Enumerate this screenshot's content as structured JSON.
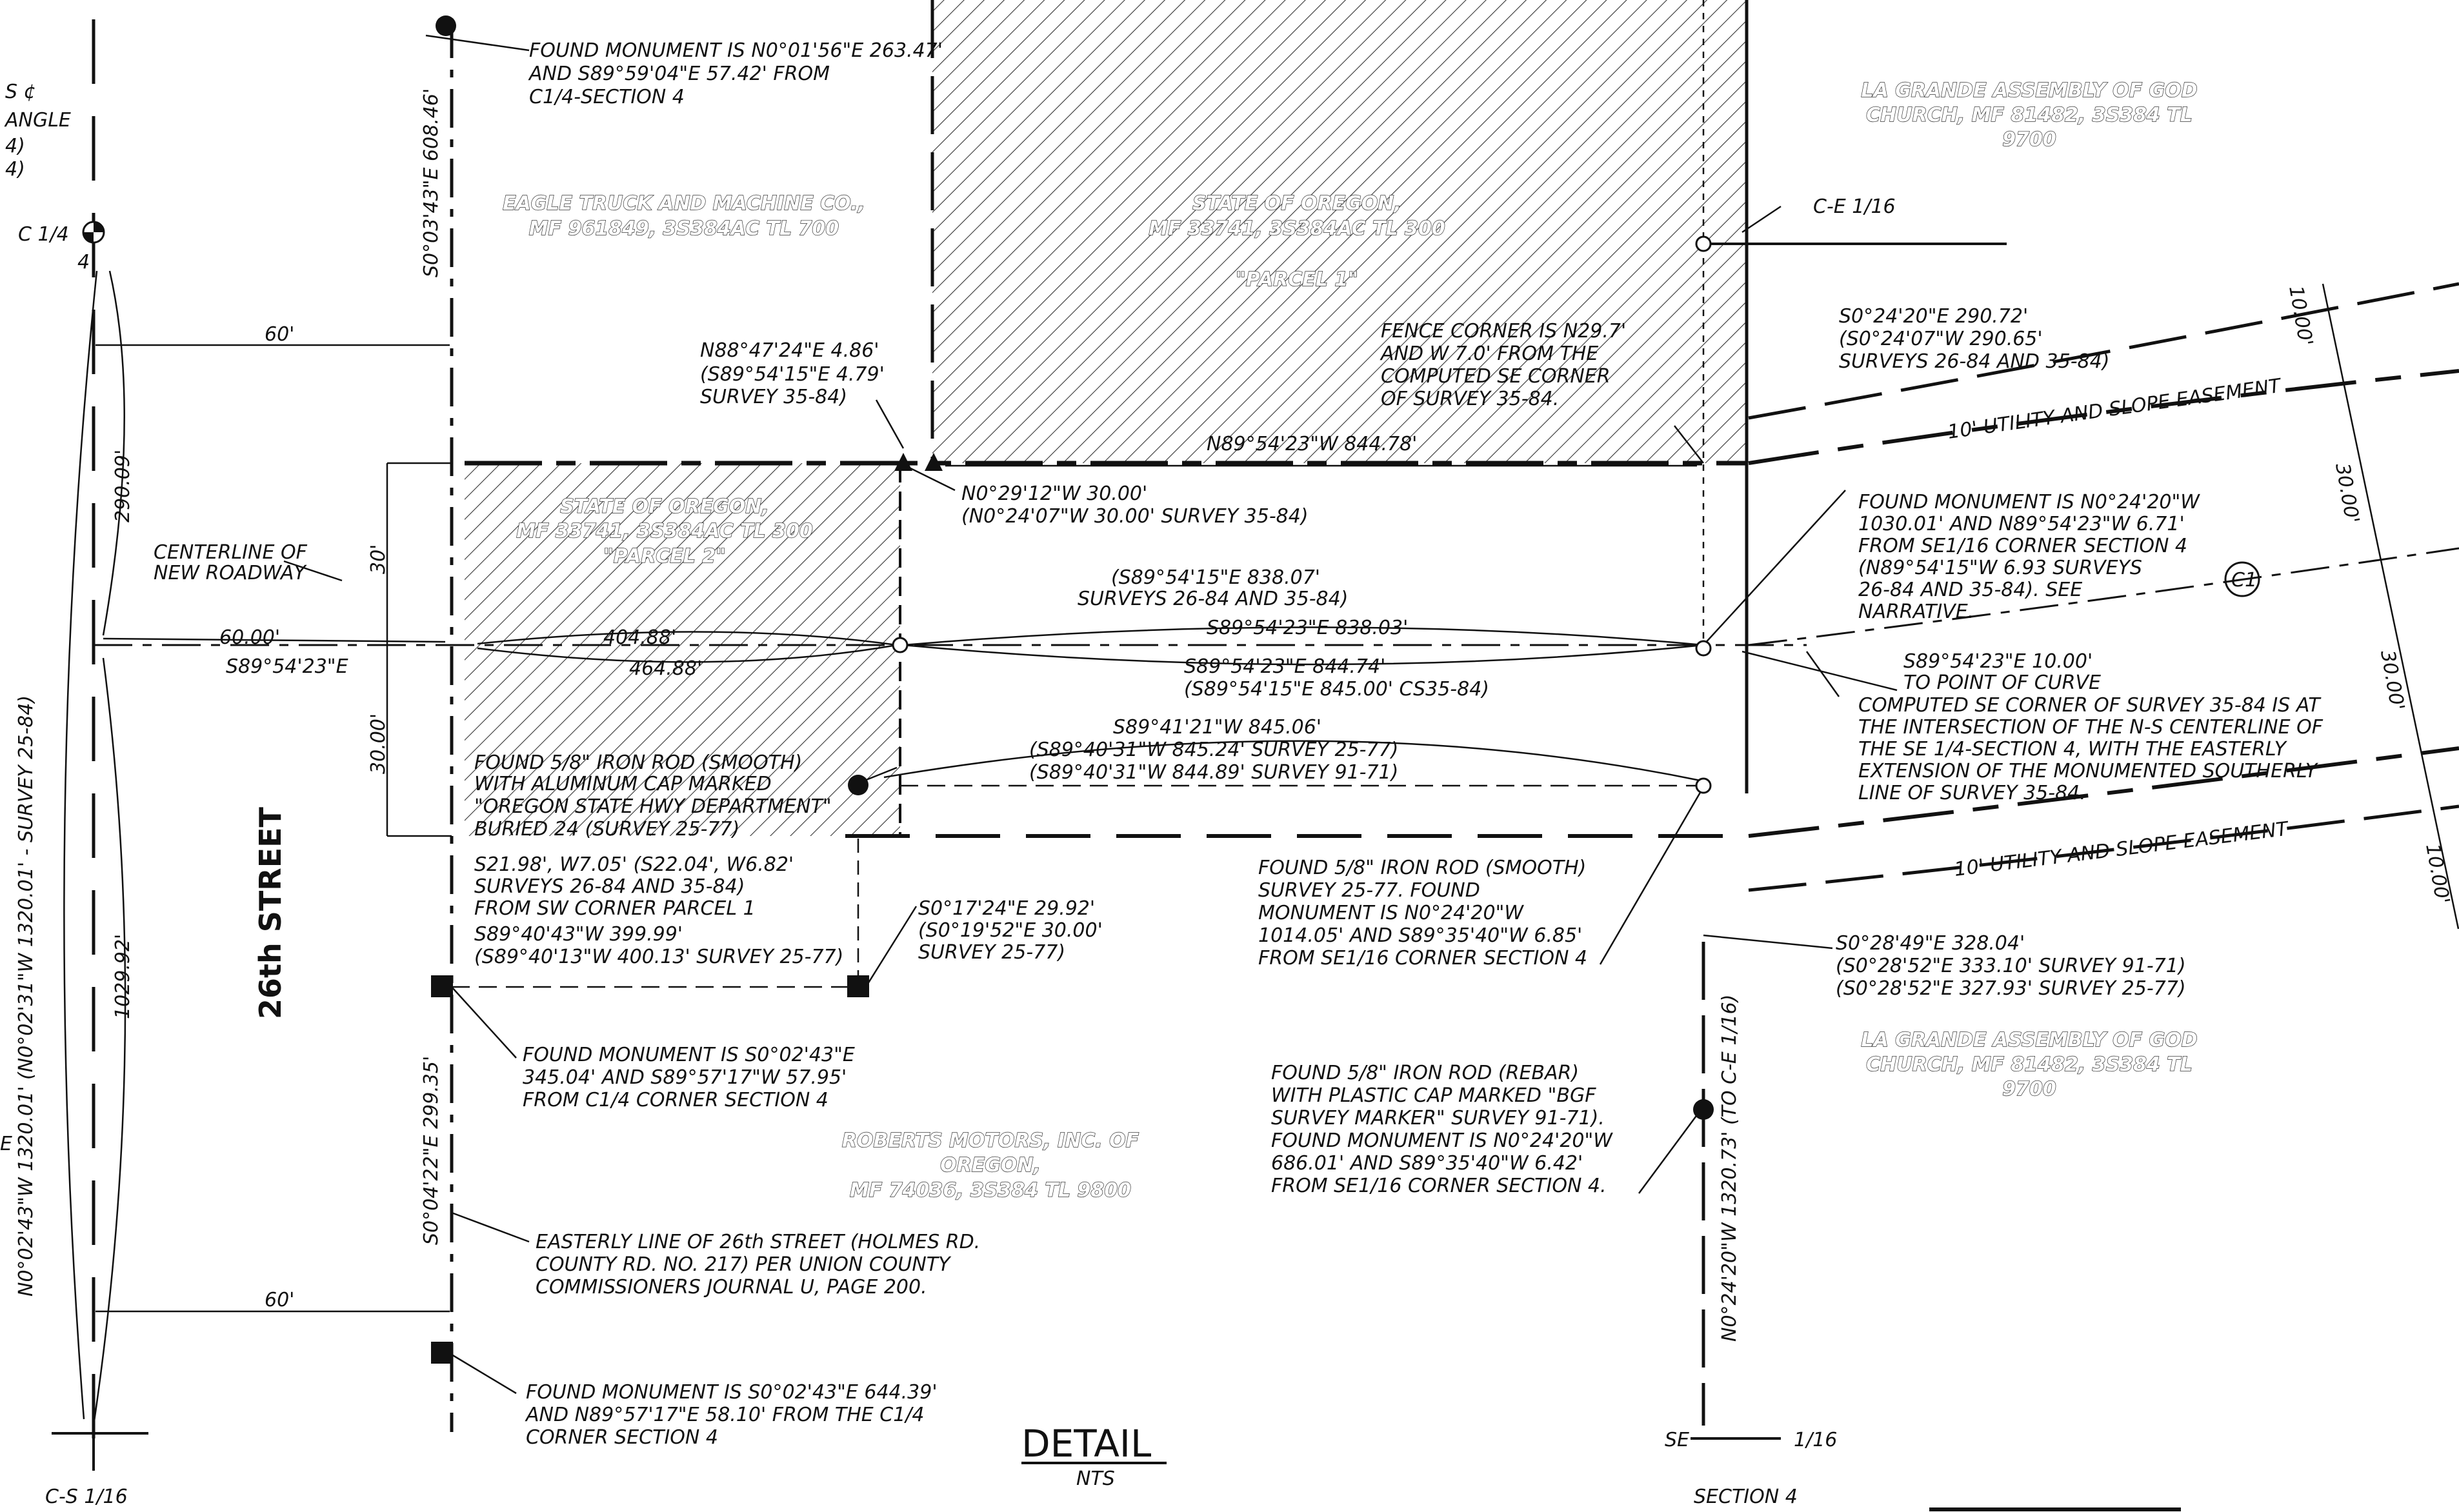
{
  "left_margin": {
    "clipped_lines": [
      "S ¢",
      "ANGLE",
      "4)",
      "4)"
    ],
    "c14_label": "C 1/4",
    "c14_num": "4",
    "e_label": "E",
    "cs116_label": "C-S 1/16"
  },
  "top_monument": [
    "FOUND MONUMENT IS N0°01'56\"E 263.47'",
    "AND S89°59'04\"E 57.42' FROM",
    "C1/4-SECTION 4"
  ],
  "owners": {
    "eagle": [
      "EAGLE TRUCK AND MACHINE CO.,",
      "MF 961849, 3S384AC TL 700"
    ],
    "parcel1": [
      "STATE OF OREGON,",
      "MF 33741, 3S384AC TL 300",
      "\"PARCEL 1\""
    ],
    "parcel2": [
      "STATE OF OREGON,",
      "MF 33741, 3S384AC TL 300",
      "\"PARCEL 2\""
    ],
    "assembly_top": [
      "LA GRANDE ASSEMBLY OF GOD",
      "CHURCH, MF 81482, 3S384 TL",
      "9700"
    ],
    "assembly_bottom": [
      "LA GRANDE ASSEMBLY OF GOD",
      "CHURCH, MF 81482, 3S384 TL",
      "9700"
    ],
    "roberts": [
      "ROBERTS MOTORS, INC. OF",
      "OREGON,",
      "MF 74036, 3S384 TL 9800"
    ]
  },
  "vertical_labels": {
    "upper_line": "S0°03'43\"E 608.46'",
    "lower_line": "S0°04'22\"E 299.35'",
    "section_line": "N0°02'43\"W 1320.01' (N0°02'31\"W 1320.01' - SURVEY 25-84)",
    "d_290": "290.09'",
    "d_1029": "1029.92'",
    "d_30a": "30'",
    "d_30b": "30.00'",
    "right_line": "N0°24'20\"W 1320.73' (TO C-E 1/16)"
  },
  "dims": {
    "w60_top": "60'",
    "w60_bottom": "60'",
    "d60": "60.00'",
    "bearing_c": "S89°54'23\"E",
    "d404": "404.88'",
    "d464": "464.88'"
  },
  "street_name": "26th STREET",
  "centerline": [
    "CENTERLINE OF",
    "NEW ROADWAY"
  ],
  "n88": [
    "N88°47'24\"E 4.86'",
    "(S89°54'15\"E 4.79'",
    "SURVEY 35-84)"
  ],
  "north_line": "N89°54'23\"W 844.78'",
  "fence": [
    "FENCE CORNER IS N29.7'",
    "AND W 7.0' FROM THE",
    "COMPUTED SE CORNER",
    "OF SURVEY 35-84."
  ],
  "ce116": "C-E 1/16",
  "curve_survey": [
    "S0°24'20\"E 290.72'",
    "(S0°24'07\"W 290.65'",
    "SURVEYS 26-84 AND 35-84)"
  ],
  "easement_upper": "10' UTILITY AND SLOPE EASEMENT",
  "easement_lower": "10' UTILITY AND SLOPE EASEMENT",
  "curve_dims": {
    "a": "10.00'",
    "b": "30.00'",
    "c": "30.00'",
    "d": "10.00'"
  },
  "curve_id": "C1",
  "n029": [
    "N0°29'12\"W 30.00'",
    "(N0°24'07\"W 30.00' SURVEY 35-84)"
  ],
  "found_1030": [
    "FOUND MONUMENT IS N0°24'20\"W",
    "1030.01' AND N89°54'23\"W 6.71'",
    "FROM SE1/16 CORNER SECTION 4",
    "(N89°54'15\"W 6.93 SURVEYS",
    "26-84 AND 35-84). SEE",
    "NARRATIVE."
  ],
  "center_bearings": {
    "a1": "(S89°54'15\"E 838.07'",
    "a2": "SURVEYS 26-84 AND 35-84)",
    "b": "S89°54'23\"E 838.03'",
    "c": "S89°54'23\"E 844.74'",
    "d": "(S89°54'15\"E 845.00' CS35-84)",
    "e": "S89°41'21\"W 845.06'",
    "f": "(S89°40'31\"W 845.24' SURVEY 25-77)",
    "g": "(S89°40'31\"W 844.89' SURVEY 91-71)"
  },
  "s89_10": [
    "S89°54'23\"E 10.00'",
    "TO POINT OF CURVE"
  ],
  "computed_se": [
    "COMPUTED SE CORNER OF SURVEY 35-84 IS AT",
    "THE INTERSECTION OF THE N-S CENTERLINE OF",
    "THE SE 1/4-SECTION 4, WITH THE EASTERLY",
    "EXTENSION OF THE MONUMENTED SOUTHERLY",
    "LINE OF SURVEY 35-84."
  ],
  "rod_left": [
    "FOUND 5/8\" IRON ROD (SMOOTH)",
    "WITH ALUMINUM CAP MARKED",
    "\"OREGON STATE HWY DEPARTMENT\"",
    "BURIED 24 (SURVEY 25-77)"
  ],
  "parcel1_ref": [
    "S21.98', W7.05' (S22.04', W6.82'",
    "SURVEYS 26-84 AND 35-84)",
    "FROM SW CORNER PARCEL 1"
  ],
  "s89_40": [
    "S89°40'43\"W 399.99'",
    "(S89°40'13\"W 400.13' SURVEY 25-77)"
  ],
  "s0_17": [
    "S0°17'24\"E 29.92'",
    "(S0°19'52\"E 30.00'",
    "SURVEY 25-77)"
  ],
  "rod_mid": [
    "FOUND 5/8\" IRON ROD (SMOOTH)",
    "SURVEY 25-77.  FOUND",
    "MONUMENT IS N0°24'20\"W",
    "1014.05' AND S89°35'40\"W 6.85'",
    "FROM SE1/16 CORNER SECTION 4"
  ],
  "s0_28": [
    "S0°28'49\"E 328.04'",
    "(S0°28'52\"E 333.10' SURVEY 91-71)",
    "(S0°28'52\"E 327.93' SURVEY 25-77)"
  ],
  "found_345": [
    "FOUND MONUMENT IS S0°02'43\"E",
    "345.04' AND S89°57'17\"W 57.95'",
    "FROM C1/4 CORNER SECTION 4"
  ],
  "rod_bgf": [
    "FOUND 5/8\" IRON ROD (REBAR)",
    "WITH PLASTIC CAP MARKED \"BGF",
    "SURVEY MARKER\" SURVEY 91-71).",
    "FOUND MONUMENT IS N0°24'20\"W",
    "686.01' AND S89°35'40\"W 6.42'",
    "FROM SE1/16 CORNER SECTION 4."
  ],
  "easterly": [
    "EASTERLY LINE OF 26th STREET (HOLMES RD.",
    "COUNTY RD. NO. 217) PER UNION COUNTY",
    "COMMISSIONERS JOURNAL U, PAGE 200."
  ],
  "found_644": [
    "FOUND MONUMENT IS S0°02'43\"E 644.39'",
    "AND N89°57'17\"E 58.10' FROM THE C1/4",
    "CORNER SECTION 4"
  ],
  "detail": {
    "title": "DETAIL",
    "sub": "NTS"
  },
  "se_corner": {
    "se": "SE",
    "n116": "1/16",
    "section": "SECTION 4"
  }
}
